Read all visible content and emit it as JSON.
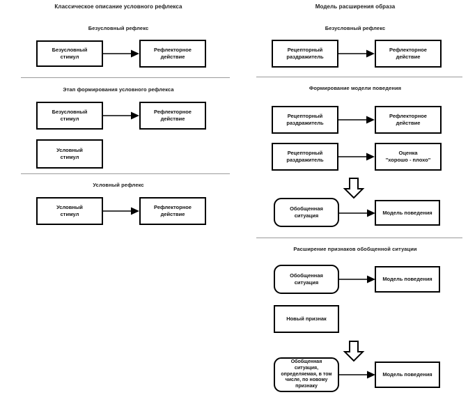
{
  "columns": {
    "left": {
      "title": "Классическое описание условного рефлекса",
      "sections": [
        {
          "title": "Безусловный рефлекс",
          "nodes": [
            {
              "label": "Безусловный\nстимул"
            },
            {
              "label": "Рефлекторное\nдействие"
            }
          ]
        },
        {
          "title": "Этап формирования условного рефлекса",
          "nodes": [
            {
              "label": "Безусловный\nстимул"
            },
            {
              "label": "Рефлекторное\nдействие"
            },
            {
              "label": "Условный\nстимул"
            }
          ]
        },
        {
          "title": "Условный рефлекс",
          "nodes": [
            {
              "label": "Условный\nстимул"
            },
            {
              "label": "Рефлекторное\nдействие"
            }
          ]
        }
      ]
    },
    "right": {
      "title": "Модель расширения образа",
      "sections": [
        {
          "title": "Безусловный рефлекс",
          "nodes": [
            {
              "label": "Рецепторный\nраздражитель"
            },
            {
              "label": "Рефлекторное\nдействие"
            }
          ]
        },
        {
          "title": "Формирование модели поведения",
          "nodes": [
            {
              "label": "Рецепторный\nраздражитель"
            },
            {
              "label": "Рефлекторное\nдействие"
            },
            {
              "label": "Рецепторный\nраздражитель"
            },
            {
              "label": "Оценка\n\"хорошо - плохо\""
            },
            {
              "label": "Обобщенная\nситуация"
            },
            {
              "label": "Модель поведения"
            }
          ]
        },
        {
          "title": "Расширение признаков обобщенной ситуации",
          "nodes": [
            {
              "label": "Обобщенная\nситуация"
            },
            {
              "label": "Модель поведения"
            },
            {
              "label": "Новый признак"
            },
            {
              "label": "Обобщенная\nситуация,\nопределяемая, в том\nчисле, по новому\nпризнаку"
            },
            {
              "label": "Модель поведения"
            }
          ]
        }
      ]
    }
  },
  "colors": {
    "stroke": "#000000",
    "divider": "#9a9a9a",
    "background": "#ffffff",
    "text": "#111111"
  }
}
